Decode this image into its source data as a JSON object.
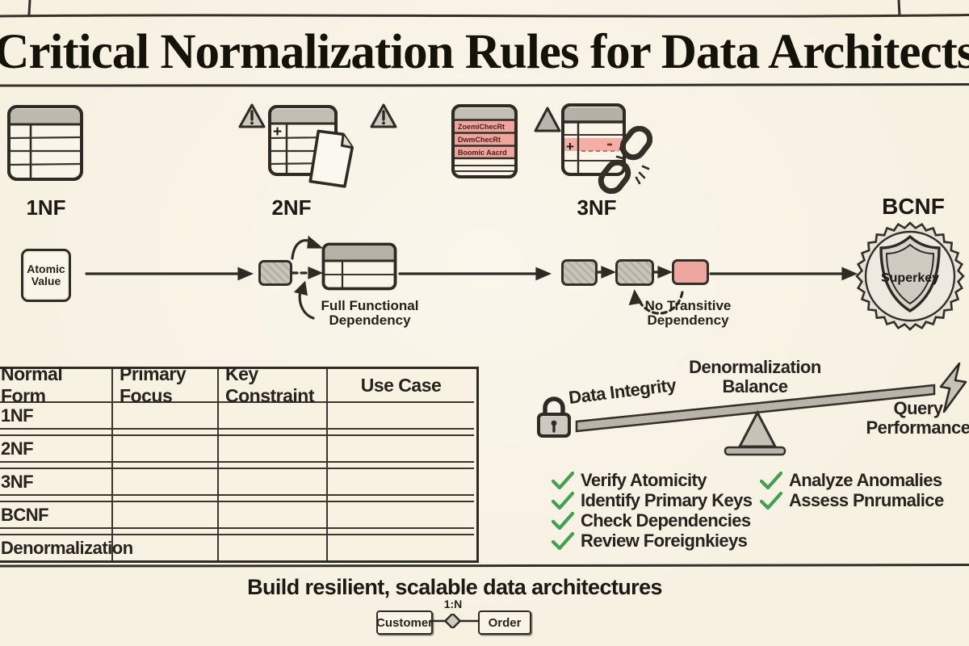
{
  "page": {
    "title_text": "Critical Normalization Rules for Data Architects"
  },
  "stages": {
    "nf1": "1NF",
    "nf2": "2NF",
    "nf3": "3NF",
    "bcnf": "BCNF",
    "badge_label": "Superkey"
  },
  "red_table": {
    "rows": [
      "ZoemiChecRt",
      "DwmChecRt",
      "Boomic Aacrd"
    ]
  },
  "flow": {
    "atomic_box": "Atomic\nValue",
    "full_functional": "Full Functional\nDependency",
    "no_transitive": "No Transitive\nDependency",
    "plus_sign": "+"
  },
  "table": {
    "headers": [
      "Normal Form",
      "Primary Focus",
      "Key Constraint",
      "Use Case"
    ],
    "row_labels": [
      "1NF",
      "2NF",
      "3NF",
      "BCNF",
      "Denormalization"
    ]
  },
  "balance": {
    "title": "Denormalization\nBalance",
    "left": "Data Integrity",
    "right": "Query\nPerformance"
  },
  "checklist": {
    "left": [
      "Verify Atomicity",
      "Identify Primary Keys",
      "Check Dependencies",
      "Review Foreignkieys"
    ],
    "right": [
      "Analyze Anomalies",
      "Assess Pnrumalice"
    ]
  },
  "footer": {
    "tagline": "Build resilient, scalable data architectures",
    "er_left": "Customer",
    "er_relation": "1:N",
    "er_right": "Order"
  },
  "colors": {
    "background": "#f7f1e2",
    "ink": "#2e2b25",
    "accent_red": "#efa39c",
    "accent_green": "#3fa24e"
  }
}
